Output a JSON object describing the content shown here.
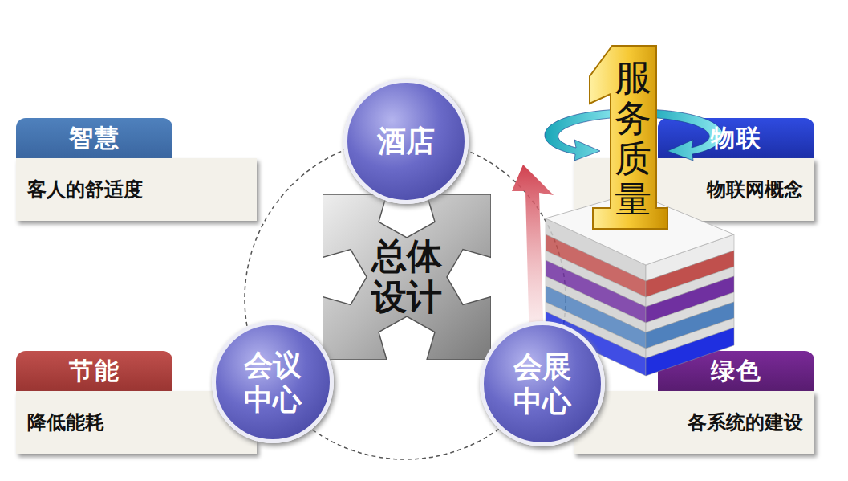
{
  "diagram": {
    "nodes": [
      {
        "text": [
          "智慧",
          "客人的舒适度"
        ]
      },
      {
        "text": [
          "酒店"
        ]
      },
      {
        "text": [
          "服务质量"
        ]
      },
      {
        "text": [
          "物联",
          "物联网概念"
        ]
      },
      {
        "text": [
          "总体设计"
        ]
      },
      {
        "text": [
          "节能",
          "降低能耗"
        ]
      },
      {
        "text": [
          "会议中心"
        ]
      },
      {
        "text": [
          "会展中心"
        ]
      },
      {
        "text": [
          "绿色",
          "各系统的建设"
        ]
      }
    ]
  }
}
